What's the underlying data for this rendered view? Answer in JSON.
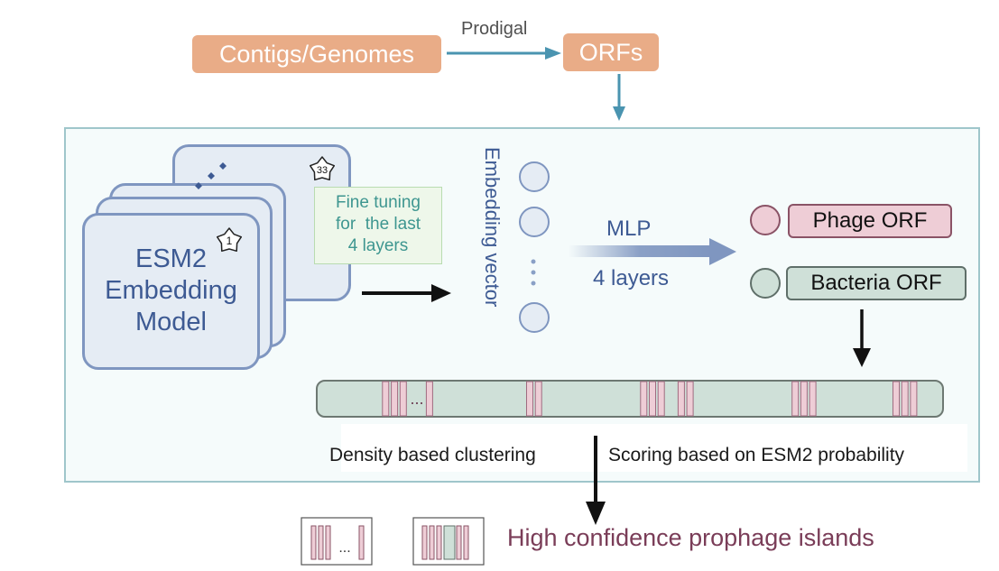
{
  "pipeline": {
    "input_label": "Contigs/Genomes",
    "tool_label": "Prodigal",
    "output_label": "ORFs"
  },
  "model": {
    "name_lines": [
      "ESM2",
      "Embedding",
      "Model"
    ],
    "first_layer_badge": "1",
    "last_layer_badge": "33",
    "finetune_lines": [
      "Fine tuning",
      "for  the last",
      "4 layers"
    ]
  },
  "embedding": {
    "label": "Embedding vector",
    "dots": "⋮"
  },
  "classifier": {
    "name": "MLP",
    "layers_label": "4 layers"
  },
  "classes": [
    {
      "label": "Phage ORF",
      "color": "#eecdd6",
      "border": "#8a5366"
    },
    {
      "label": "Bacteria ORF",
      "color": "#cfe0d8",
      "border": "#5f6f69"
    }
  ],
  "genome_bar": {
    "ellipsis": "...",
    "phage_stripe_fractions": [
      0.11,
      0.124,
      0.138,
      0.18,
      0.34,
      0.354,
      0.522,
      0.536,
      0.55,
      0.582,
      0.596,
      0.764,
      0.778,
      0.792,
      0.925,
      0.939,
      0.953
    ]
  },
  "steps": {
    "left": "Density based clustering",
    "right": "Scoring based on ESM2 probability"
  },
  "result": {
    "label": "High confidence prophage islands",
    "icon1_ellipsis": "..."
  },
  "colors": {
    "orange": "#e9ac87",
    "teal_arrow": "#4a94b0",
    "panel_border": "#9fc6cb",
    "card_border": "#7f96c0",
    "card_fill": "#e5ecf4",
    "text_blue": "#3d5a93",
    "text_teal": "#3e9690",
    "result_text": "#7a3d58",
    "phage_pink": "#eecdd6",
    "bacteria_green": "#cfe0d8"
  }
}
